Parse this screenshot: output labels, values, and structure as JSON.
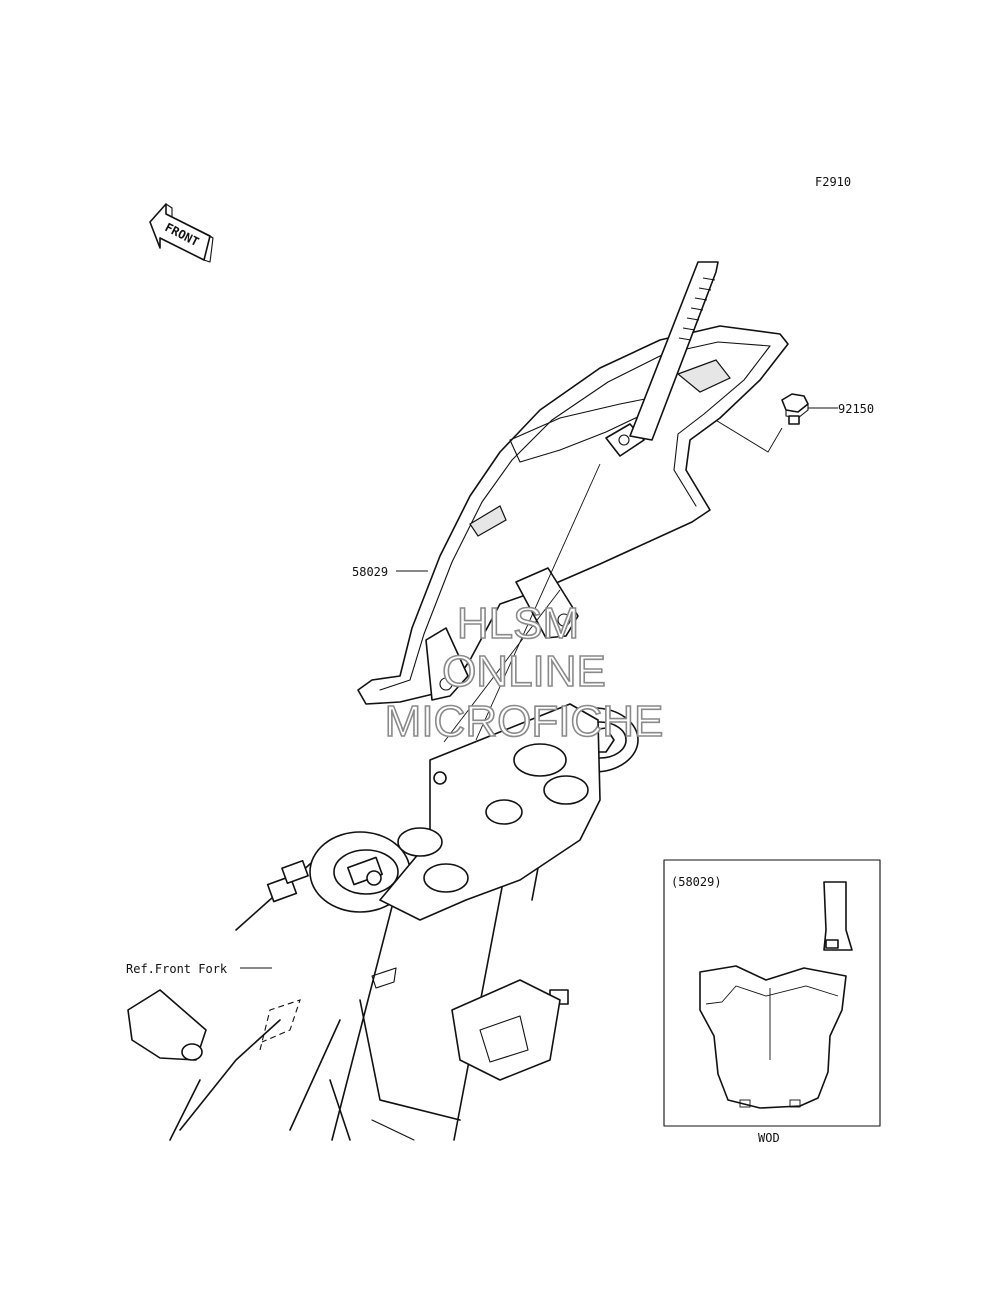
{
  "diagram_code": "F2910",
  "front_arrow": {
    "label": "FRONT",
    "icon": "front-direction-arrow-icon"
  },
  "callouts": [
    {
      "id": "bolt",
      "label": "92150"
    },
    {
      "id": "number-plate",
      "label": "58029"
    },
    {
      "id": "front-fork",
      "label": "Ref.Front Fork"
    }
  ],
  "inset": {
    "title": "(58029)",
    "caption": "WOD"
  },
  "watermark": {
    "line1": "HLSM",
    "line2": "ONLINE",
    "line3": "MICROFICHE"
  }
}
